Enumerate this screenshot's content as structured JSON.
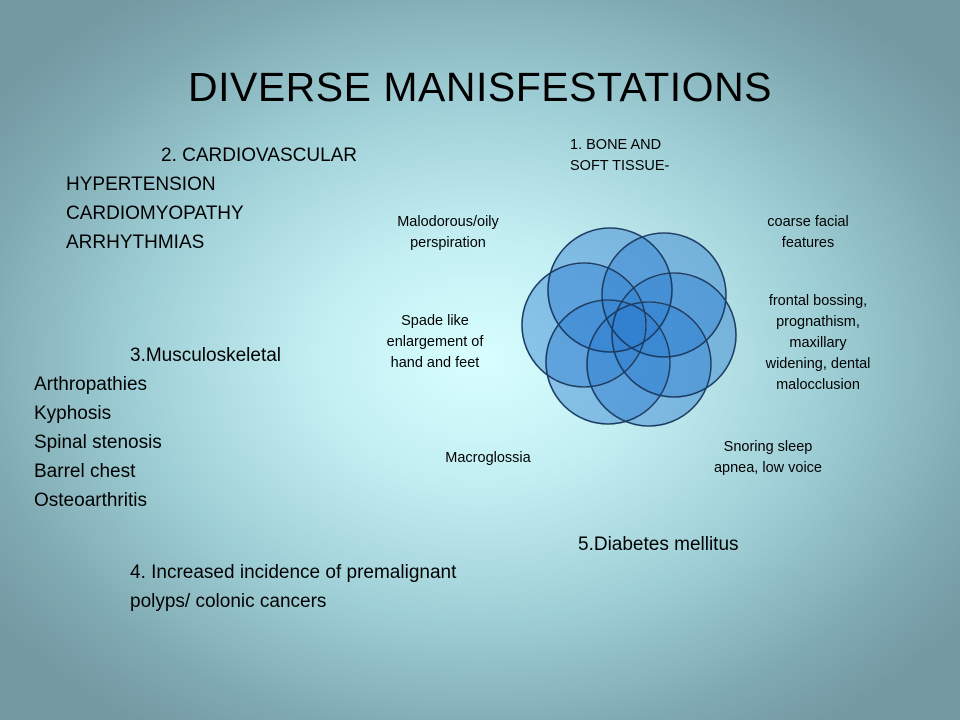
{
  "title": "DIVERSE MANISFESTATIONS",
  "cardiovascular": {
    "heading": "2. CARDIOVASCULAR",
    "items": [
      "HYPERTENSION",
      "CARDIOMYOPATHY",
      "ARRHYTHMIAS"
    ]
  },
  "musculoskeletal": {
    "heading": "3.Musculoskeletal",
    "items": [
      "Arthropathies",
      "Kyphosis",
      "Spinal stenosis",
      "Barrel chest",
      "Osteoarthritis"
    ]
  },
  "polyps": {
    "line1": "4. Increased incidence of premalignant",
    "line2": "polyps/ colonic cancers"
  },
  "diabetes": "5.Diabetes mellitus",
  "bone": {
    "heading_line1": "1. BONE AND",
    "heading_line2": "SOFT TISSUE-",
    "labels": {
      "coarse": [
        "coarse facial",
        "features"
      ],
      "frontal": [
        "frontal bossing,",
        "prognathism,",
        "maxillary",
        "widening, dental",
        "malocclusion"
      ],
      "snoring": [
        "Snoring sleep",
        "apnea, low voice"
      ],
      "macroglossia": [
        "Macroglossia"
      ],
      "spade": [
        "Spade like",
        "enlargement of",
        "hand and feet"
      ],
      "malodorous": [
        "Malodorous/oily",
        "perspiration"
      ]
    }
  },
  "colors": {
    "circle_fill": "#2f7fd0",
    "circle_stroke": "#ffffff",
    "text": "#000000"
  }
}
